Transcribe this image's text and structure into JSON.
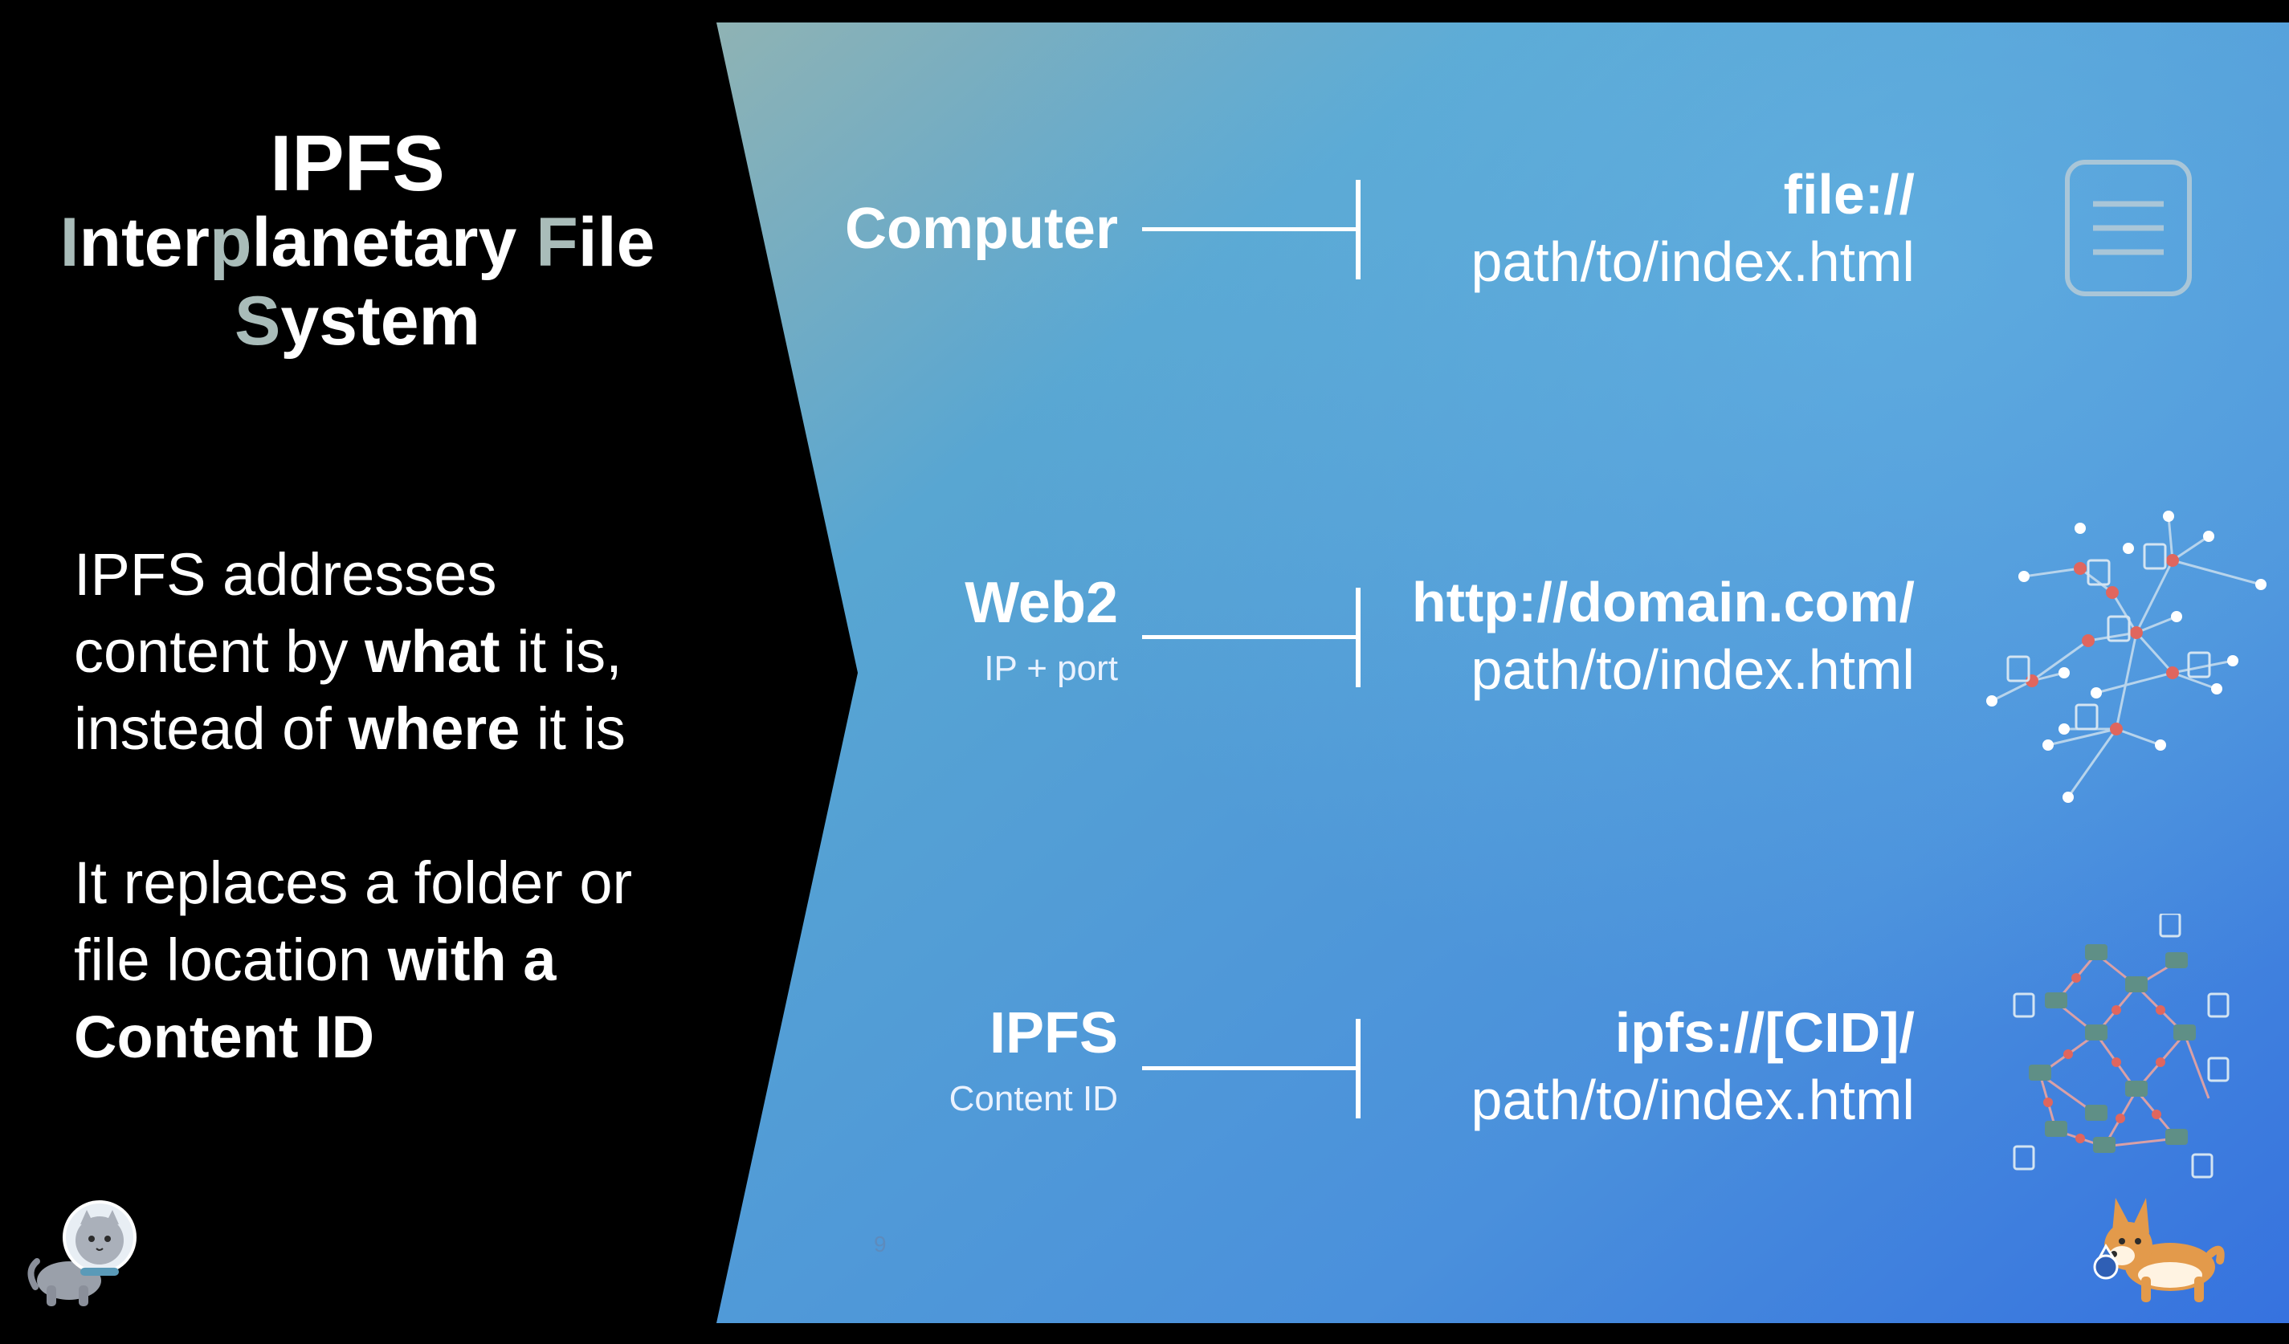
{
  "title": {
    "line1": "IPFS",
    "line2": {
      "p1": "I",
      "p2": "nter",
      "p3": "p",
      "p4": "lanetary ",
      "p5": "F",
      "p6": "ile"
    },
    "line3": {
      "p1": "S",
      "p2": "ystem"
    }
  },
  "paragraph1": {
    "l1": "IPFS addresses",
    "l2a": "content by ",
    "l2b": "what",
    "l2c": " it is,",
    "l3a": "instead of ",
    "l3b": "where",
    "l3c": " it is"
  },
  "paragraph2": {
    "l1": "It replaces a folder or",
    "l2a": "file location ",
    "l2b": "with a",
    "l3": "Content ID"
  },
  "rows": [
    {
      "label": "Computer",
      "sublabel": "",
      "scheme": "file://",
      "path": "path/to/index.html",
      "icon": "document-icon"
    },
    {
      "label": "Web2",
      "sublabel": "IP + port",
      "scheme": "http://domain.com/",
      "path": "path/to/index.html",
      "icon": "network-icon"
    },
    {
      "label": "IPFS",
      "sublabel": "Content ID",
      "scheme": "ipfs://[CID]/",
      "path": "path/to/index.html",
      "icon": "ipfs-network-icon"
    }
  ],
  "page_number": "9",
  "mascots": {
    "left": "astronaut-cat-icon",
    "right": "corgi-dog-icon"
  },
  "colors": {
    "background": "#000000",
    "gradient_start": "#7fb0bc",
    "gradient_mid": "#4f97d8",
    "gradient_end": "#3a78df",
    "title_highlight": "#a9bcb9",
    "text": "#ffffff"
  }
}
